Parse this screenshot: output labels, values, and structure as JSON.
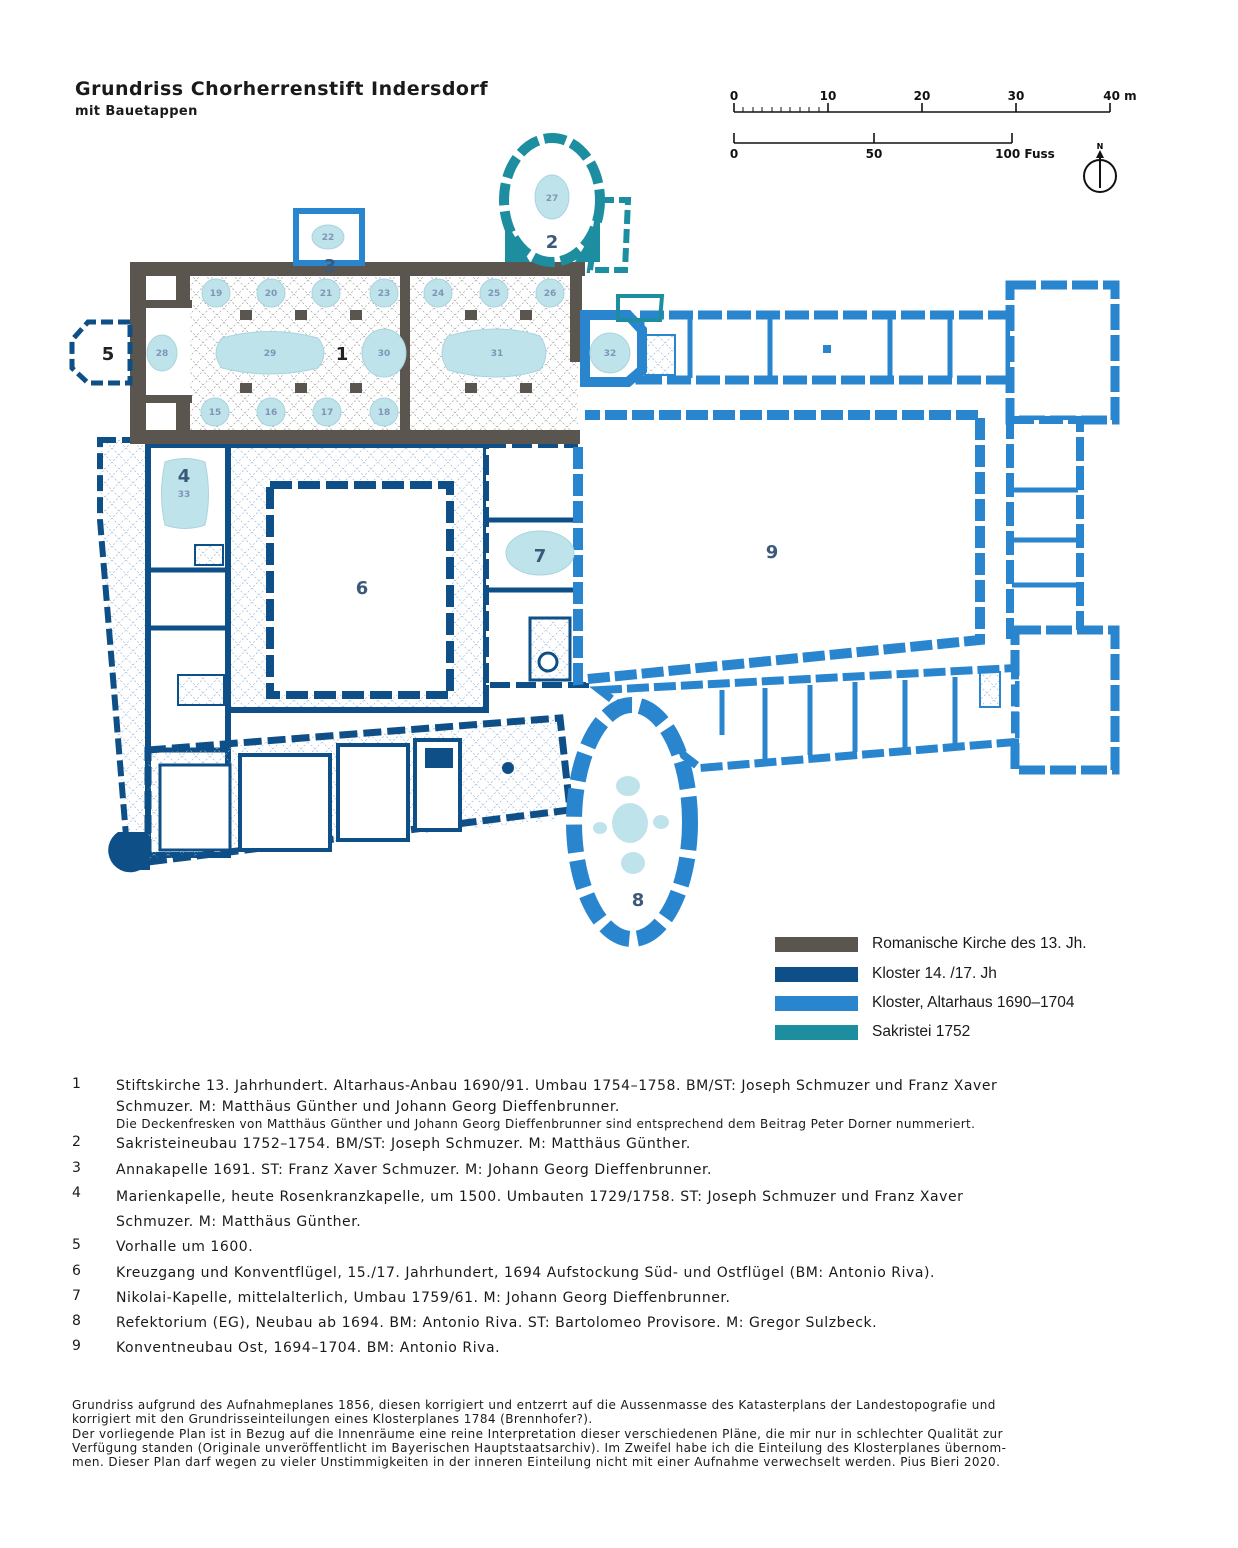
{
  "title": "Grundriss Chorherrenstift Indersdorf",
  "subtitle": "mit Bauetappen",
  "scale": {
    "meters": {
      "ticks": [
        "0",
        "10",
        "20",
        "30",
        "40 m"
      ]
    },
    "feet": {
      "ticks": [
        "0",
        "50",
        "100 Fuss"
      ]
    },
    "north_label": "N"
  },
  "colors": {
    "romanesque": "#5b5550",
    "kloster_14_17": "#0d4f86",
    "kloster_1690": "#2a85cf",
    "sakristei": "#1c8ea0",
    "fresco": "#bfe3ea",
    "label": "#3b5a7a"
  },
  "plan_labels": {
    "area_numbers": [
      "1",
      "2",
      "3",
      "4",
      "5",
      "6",
      "7",
      "8",
      "9"
    ],
    "fresco_numbers": [
      "15",
      "16",
      "17",
      "18",
      "19",
      "20",
      "21",
      "22",
      "23",
      "24",
      "25",
      "26",
      "27",
      "28",
      "29",
      "30",
      "31",
      "32",
      "33"
    ]
  },
  "legend": [
    {
      "label": "Romanische Kirche des 13. Jh.",
      "color": "#5b5550"
    },
    {
      "label": "Kloster 14. /17. Jh",
      "color": "#0d4f86"
    },
    {
      "label": "Kloster, Altarhaus 1690–1704",
      "color": "#2a85cf"
    },
    {
      "label": "Sakristei 1752",
      "color": "#1c8ea0"
    }
  ],
  "notes": [
    {
      "num": "1",
      "lines": [
        "Stiftskirche 13. Jahrhundert. Altarhaus-Anbau 1690/91. Umbau 1754–1758. BM/ST: Joseph Schmuzer und Franz Xaver",
        "Schmuzer. M: Matthäus Günther und Johann Georg Dieffenbrunner."
      ],
      "sub": "Die Deckenfresken von Matthäus Günther und Johann Georg Dieffenbrunner sind entsprechend dem Beitrag Peter Dorner nummeriert."
    },
    {
      "num": "2",
      "lines": [
        "Sakristeineubau 1752–1754. BM/ST: Joseph Schmuzer. M: Matthäus Günther."
      ]
    },
    {
      "num": "3",
      "lines": [
        "Annakapelle 1691. ST: Franz Xaver Schmuzer. M: Johann Georg Dieffenbrunner."
      ]
    },
    {
      "num": "4",
      "lines": [
        "Marienkapelle, heute Rosenkranzkapelle, um 1500. Umbauten 1729/1758. ST: Joseph Schmuzer und Franz Xaver",
        "Schmuzer. M: Matthäus Günther."
      ]
    },
    {
      "num": "5",
      "lines": [
        "Vorhalle um 1600."
      ]
    },
    {
      "num": "6",
      "lines": [
        "Kreuzgang und Konventflügel, 15./17. Jahrhundert, 1694 Aufstockung Süd- und Ostflügel (BM: Antonio Riva)."
      ]
    },
    {
      "num": "7",
      "lines": [
        "Nikolai-Kapelle, mittelalterlich, Umbau 1759/61. M: Johann Georg Dieffenbrunner."
      ]
    },
    {
      "num": "8",
      "lines": [
        "Refektorium (EG), Neubau ab 1694. BM: Antonio Riva. ST: Bartolomeo Provisore. M: Gregor Sulzbeck."
      ]
    },
    {
      "num": "9",
      "lines": [
        "Konventneubau Ost, 1694–1704. BM: Antonio Riva."
      ]
    }
  ],
  "footer": [
    "Grundriss aufgrund des Aufnahmeplanes 1856, diesen korrigiert und entzerrt auf die Aussenmasse des Katasterplans der Landestopografie und",
    "korrigiert mit den Grundrisseinteilungen eines Klosterplanes 1784 (Brennhofer?).",
    "Der vorliegende Plan ist in Bezug auf die Innenräume eine reine Interpretation dieser verschiedenen Pläne, die mir nur in schlechter Qualität zur",
    "Verfügung standen (Originale unveröffentlicht im Bayerischen Hauptstaatsarchiv). Im Zweifel habe ich die Einteilung des Klosterplanes übernom-",
    "men. Dieser Plan darf wegen zu vieler Unstimmigkeiten in der inneren Einteilung nicht mit einer Aufnahme verwechselt werden. Pius Bieri 2020."
  ]
}
